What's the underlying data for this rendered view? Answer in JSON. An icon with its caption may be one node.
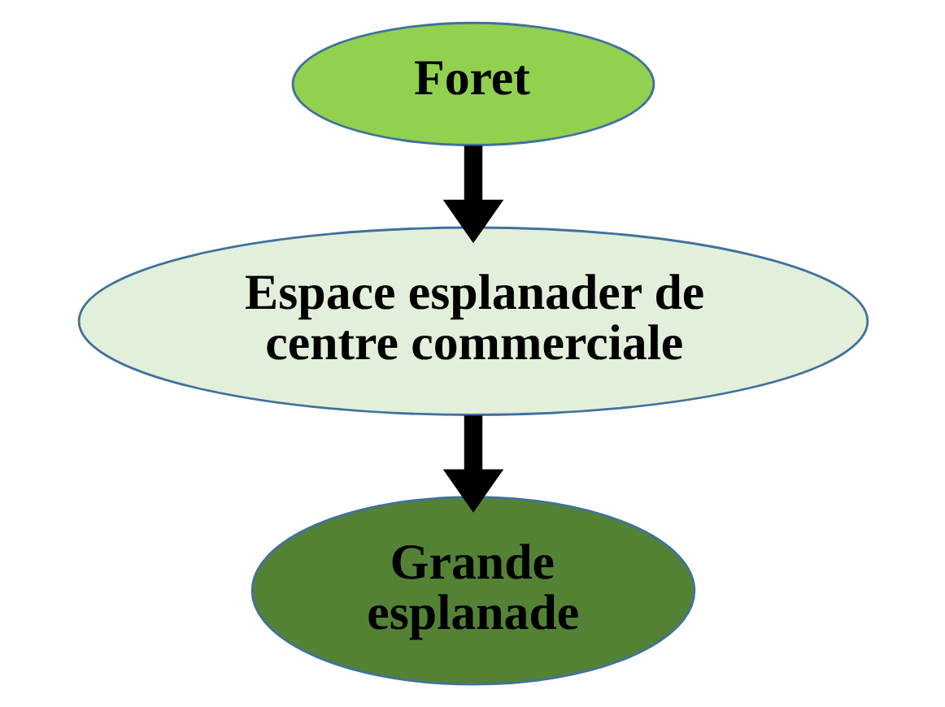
{
  "diagram": {
    "nodes": [
      {
        "text": [
          "Foret"
        ]
      },
      {
        "text": [
          "Espace esplanader de centre commerciale"
        ]
      },
      {
        "text": [
          "Grande esplanade"
        ]
      }
    ],
    "edges": [
      {
        "from": 0,
        "to": 1,
        "arrow": "to"
      },
      {
        "from": 1,
        "to": 2,
        "arrow": "to"
      }
    ]
  }
}
